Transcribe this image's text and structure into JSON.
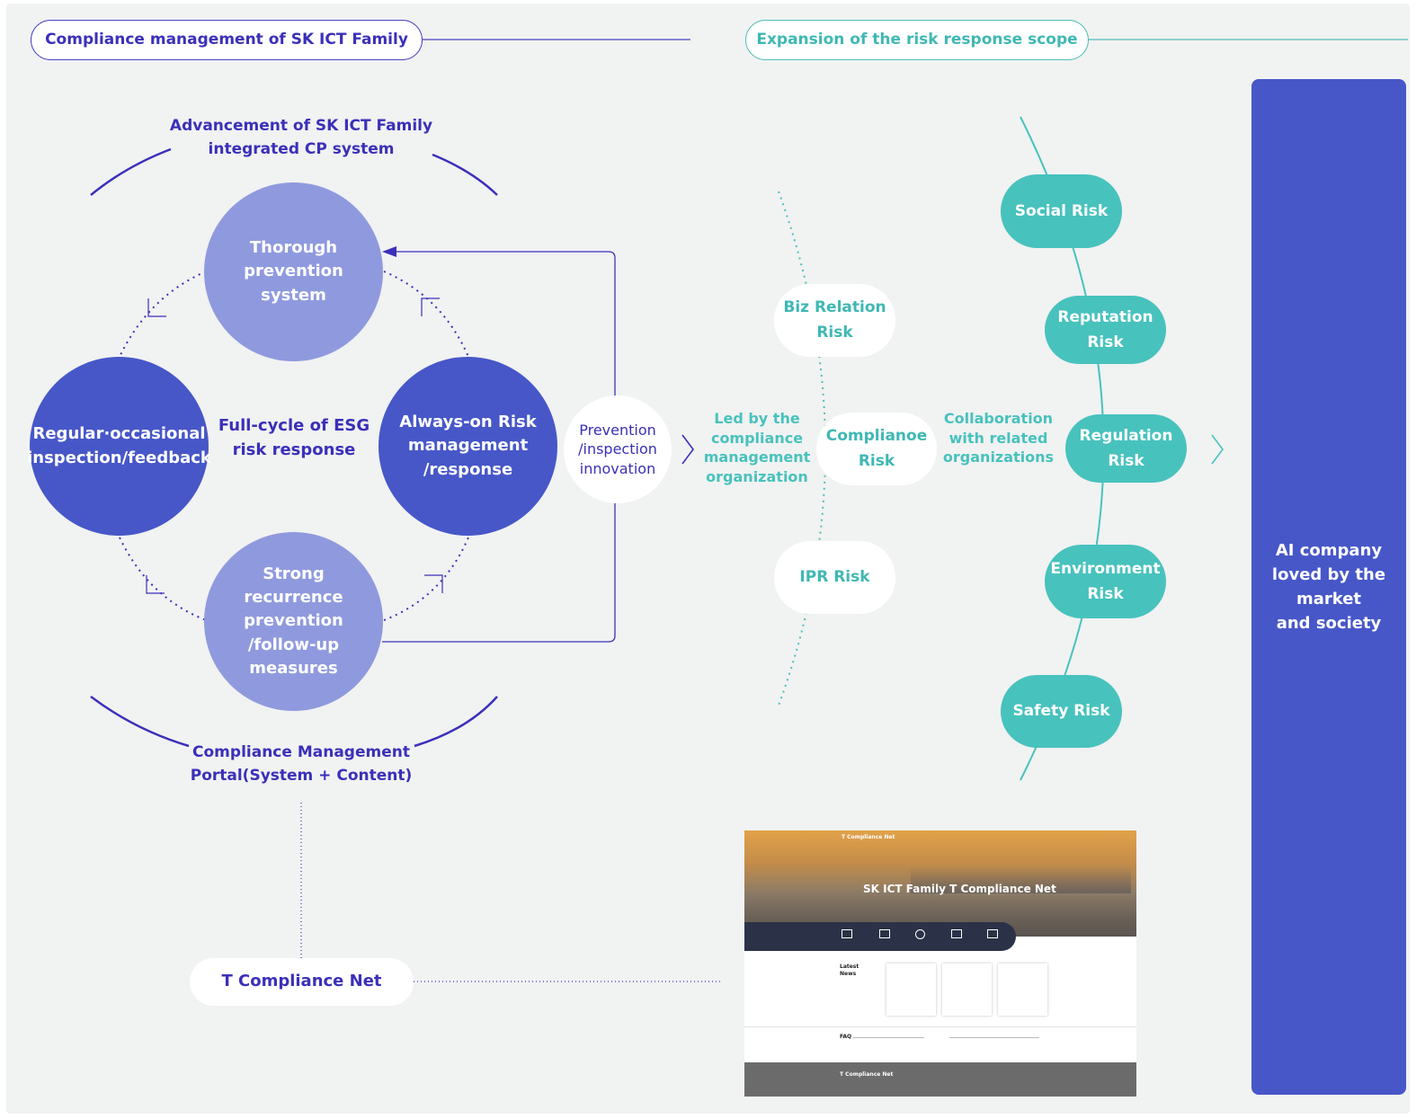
{
  "headers": {
    "left": "Compliance management of SK ICT Family",
    "right": "Expansion of the risk response scope"
  },
  "cycle": {
    "top_caption": "Advancement of SK ICT Family\nintegrated CP system",
    "bottom_caption": "Compliance Management\nPortal(System + Content)",
    "center": "Full-cycle of ESG\nrisk response",
    "top": "Thorough\nprevention system",
    "left": "Regular·occasional\ninspection/feedback",
    "right": "Always-on Risk\nmanagement\n/response",
    "bottom": "Strong\nrecurrence\nprevention\n/follow-up\nmeasures"
  },
  "innovation": "Prevention\n/inspection\ninnovation",
  "led_by": "Led by the\ncompliance\nmanagement\norganization",
  "collaboration": "Collaboration\nwith related\norganizations",
  "inner_risks": [
    "Biz Relation\nRisk",
    "Complianoe\nRisk",
    "IPR Risk"
  ],
  "outer_risks": [
    "Social Risk",
    "Reputation\nRisk",
    "Regulation\nRisk",
    "Environment\nRisk",
    "Safety Risk"
  ],
  "goal": "AI company\nloved by the\nmarket\nand society",
  "portal": {
    "label": "T Compliance Net",
    "site": {
      "logo": "T Compliance Net",
      "hero_title": "SK ICT Family T Compliance Net",
      "latest_news": "Latest\nNews",
      "faq": "FAQ",
      "footer": "T Compliance Net"
    }
  },
  "colors": {
    "navy": "#3b30b9",
    "blue": "#4757c8",
    "light_blue": "#8f9ade",
    "teal": "#48c2bd",
    "teal_text": "#3fb8b4",
    "panel": "#f1f2f2"
  }
}
